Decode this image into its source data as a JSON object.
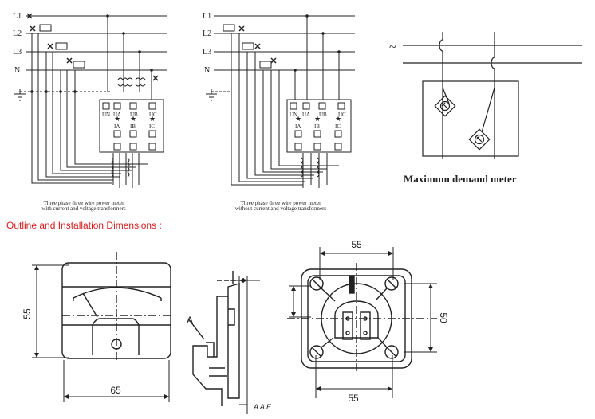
{
  "wiring": {
    "bus_labels": [
      "L1",
      "L2",
      "L3",
      "N"
    ],
    "terminal_labels": [
      "UN",
      "UA",
      "UB",
      "UC"
    ],
    "current_labels": [
      "IA",
      "IB",
      "IC"
    ],
    "caption_with_transformers": [
      "Three phase three wire power meter",
      "with current and voltage transformers"
    ],
    "caption_without_transformers": [
      "Three phase three wire power meter",
      "without current and voltage transformers"
    ],
    "tilde_symbol": "~",
    "max_demand_label": "Maximum demand meter"
  },
  "section_heading": "Outline and Installation Dimensions :",
  "dimensions": {
    "front_height": "55",
    "front_width": "65",
    "side_label": "A",
    "side_bottom": "A A E",
    "rear_top": "55",
    "rear_bottom": "55",
    "rear_right": "50"
  },
  "colors": {
    "heading": "#d81e1e",
    "line": "#222222"
  }
}
